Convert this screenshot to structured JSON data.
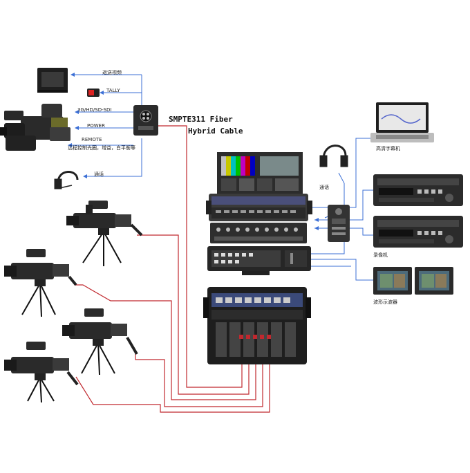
{
  "labels": {
    "return_video": "返送视频",
    "tally": "TALLY",
    "sdi": "3G/HD/SD-SDI",
    "power": "POWER",
    "remote": "REMOTE",
    "remote_desc": "远程控制光圈，增益，白平衡等",
    "intercom_left": "通话",
    "intercom_right": "通话",
    "subtitle": "高清字幕机",
    "recorder": "录像机",
    "waveform": "波形示波器"
  },
  "fiber": {
    "line1": "SMPTE311 Fiber",
    "line2": "Hybrid Cable"
  },
  "colors": {
    "blue_line": "#3b6fd6",
    "red_line": "#c0282e",
    "device_dark": "#2a2a2a"
  }
}
